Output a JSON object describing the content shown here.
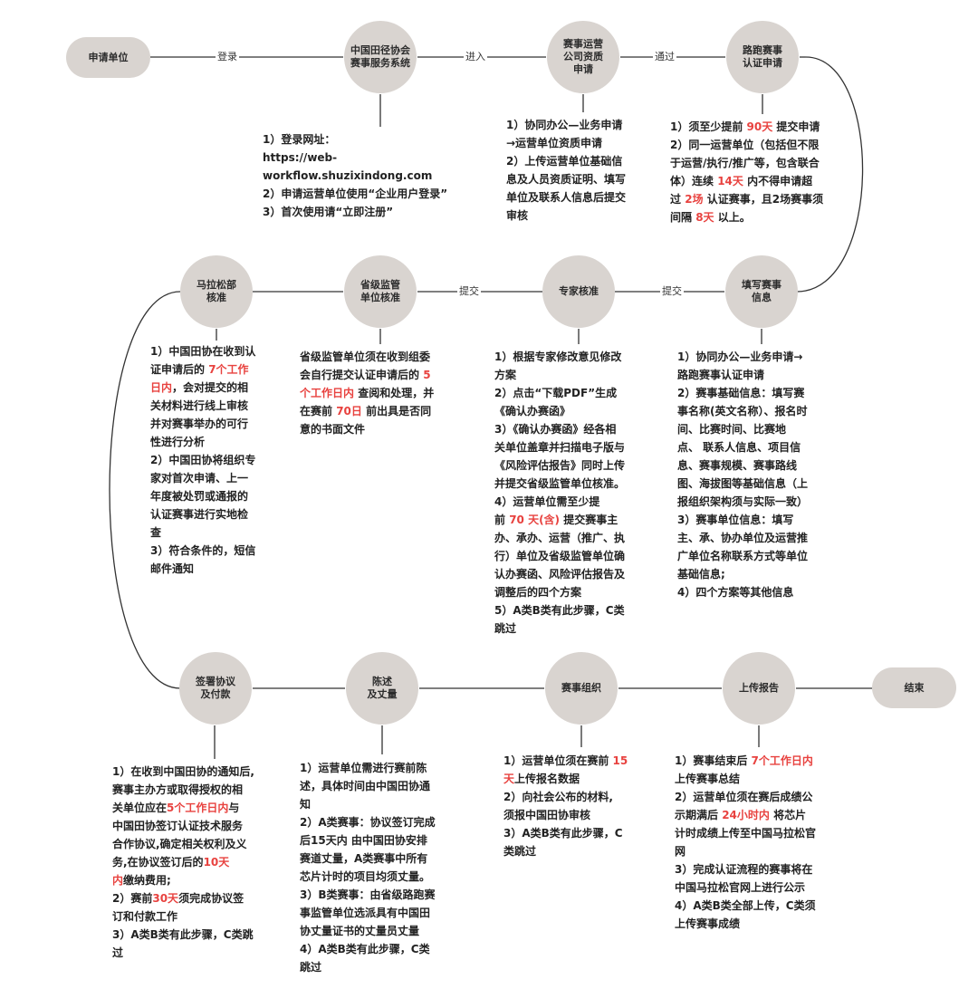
{
  "colors": {
    "node_fill": "#d9d4d0",
    "line": "#333333",
    "highlight": "#e8423f"
  },
  "nodes": {
    "apply_unit": "申请单位",
    "system": "中国田径协会\n赛事服务系统",
    "qualification": "赛事运营\n公司资质\n申请",
    "road_cert": "路跑赛事\n认证申请",
    "fill_info": "填写赛事\n信息",
    "expert": "专家核准",
    "provincial": "省级监管\n单位核准",
    "marathon_dept": "马拉松部\n核准",
    "sign": "签署协议\n及付款",
    "survey": "陈述\n及丈量",
    "organize": "赛事组织",
    "upload": "上传报告",
    "end": "结束"
  },
  "edge_labels": {
    "login": "登录",
    "enter": "进入",
    "pass": "通过",
    "submit_1": "提交",
    "submit_2": "提交"
  },
  "descriptions": {
    "system": [
      [
        {
          "t": "1）登录网址："
        }
      ],
      [
        {
          "t": "https://web-"
        }
      ],
      [
        {
          "t": "workflow.shuzixindong.com"
        }
      ],
      [
        {
          "t": "2）申请运营单位使用“企业用户登录”"
        }
      ],
      [
        {
          "t": "3）首次使用请“立即注册”"
        }
      ]
    ],
    "qualification": [
      [
        {
          "t": "1）协同办公—业务申请"
        }
      ],
      [
        {
          "t": "→运营单位资质申请"
        }
      ],
      [
        {
          "t": "2）上传运营单位基础信"
        }
      ],
      [
        {
          "t": "息及人员资质证明、填写"
        }
      ],
      [
        {
          "t": "单位及联系人信息后提交"
        }
      ],
      [
        {
          "t": "审核"
        }
      ]
    ],
    "road_cert": [
      [
        {
          "t": "1）须至少提前 "
        },
        {
          "t": "90天",
          "hl": true
        },
        {
          "t": " 提交申请"
        }
      ],
      [
        {
          "t": "2）同一运营单位（包括但不限"
        }
      ],
      [
        {
          "t": "于运营/执行/推广等，包含联合"
        }
      ],
      [
        {
          "t": "体）连续 "
        },
        {
          "t": "14天",
          "hl": true
        },
        {
          "t": " 内不得申请超"
        }
      ],
      [
        {
          "t": "过 "
        },
        {
          "t": "2场",
          "hl": true
        },
        {
          "t": " 认证赛事，且2场赛事须"
        }
      ],
      [
        {
          "t": "间隔 "
        },
        {
          "t": "8天",
          "hl": true
        },
        {
          "t": " 以上。"
        }
      ]
    ],
    "marathon_dept": [
      [
        {
          "t": "1）中国田协在收到认"
        }
      ],
      [
        {
          "t": "证申请后的 "
        },
        {
          "t": "7个工作",
          "hl": true
        }
      ],
      [
        {
          "t": "日内",
          "hl": true
        },
        {
          "t": "，会对提交的相"
        }
      ],
      [
        {
          "t": "关材料进行线上审核"
        }
      ],
      [
        {
          "t": "并对赛事举办的可行"
        }
      ],
      [
        {
          "t": "性进行分析"
        }
      ],
      [
        {
          "t": "2）中国田协将组织专"
        }
      ],
      [
        {
          "t": "家对首次申请、上一"
        }
      ],
      [
        {
          "t": "年度被处罚或通报的"
        }
      ],
      [
        {
          "t": "认证赛事进行实地检"
        }
      ],
      [
        {
          "t": "查"
        }
      ],
      [
        {
          "t": "3）符合条件的，短信"
        }
      ],
      [
        {
          "t": "邮件通知"
        }
      ]
    ],
    "provincial": [
      [
        {
          "t": "省级监管单位须在收到组委"
        }
      ],
      [
        {
          "t": "会自行提交认证申请后的 "
        },
        {
          "t": "5",
          "hl": true
        }
      ],
      [
        {
          "t": "个工作日内",
          "hl": true
        },
        {
          "t": " 查阅和处理，并"
        }
      ],
      [
        {
          "t": "在赛前 "
        },
        {
          "t": "70日",
          "hl": true
        },
        {
          "t": " 前出具是否同"
        }
      ],
      [
        {
          "t": "意的书面文件"
        }
      ]
    ],
    "expert": [
      [
        {
          "t": "1）根据专家修改意见修改"
        }
      ],
      [
        {
          "t": "方案"
        }
      ],
      [
        {
          "t": "2）点击“下载PDF”生成"
        }
      ],
      [
        {
          "t": "《确认办赛函》"
        }
      ],
      [
        {
          "t": "3）《确认办赛函》经各相"
        }
      ],
      [
        {
          "t": "关单位盖章并扫描电子版与"
        }
      ],
      [
        {
          "t": "《风险评估报告》同时上传"
        }
      ],
      [
        {
          "t": "并提交省级监管单位核准。"
        }
      ],
      [
        {
          "t": "4）运营单位需至少提"
        }
      ],
      [
        {
          "t": "前 "
        },
        {
          "t": "70 天(含)",
          "hl": true
        },
        {
          "t": " 提交赛事主"
        }
      ],
      [
        {
          "t": "办、承办、运营（推广、执"
        }
      ],
      [
        {
          "t": "行）单位及省级监管单位确"
        }
      ],
      [
        {
          "t": "认办赛函、风险评估报告及"
        }
      ],
      [
        {
          "t": "调整后的四个方案"
        }
      ],
      [
        {
          "t": "5）A类B类有此步骤，C类"
        }
      ],
      [
        {
          "t": "跳过"
        }
      ]
    ],
    "fill_info": [
      [
        {
          "t": "1）协同办公—业务申请→"
        }
      ],
      [
        {
          "t": "路跑赛事认证申请"
        }
      ],
      [
        {
          "t": "2）赛事基础信息：填写赛"
        }
      ],
      [
        {
          "t": "事名称(英文名称）、报名时"
        }
      ],
      [
        {
          "t": "间、比赛时间、比赛地"
        }
      ],
      [
        {
          "t": "点、 联系人信息、项目信"
        }
      ],
      [
        {
          "t": "息、赛事规模、赛事路线"
        }
      ],
      [
        {
          "t": "图、海拔图等基础信息（上"
        }
      ],
      [
        {
          "t": "报组织架构须与实际一致）"
        }
      ],
      [
        {
          "t": "3）赛事单位信息：填写"
        }
      ],
      [
        {
          "t": "主、承、协办单位及运营推"
        }
      ],
      [
        {
          "t": "广单位名称联系方式等单位"
        }
      ],
      [
        {
          "t": "基础信息;"
        }
      ],
      [
        {
          "t": "4）四个方案等其他信息"
        }
      ]
    ],
    "sign": [
      [
        {
          "t": "1）在收到中国田协的通知后,"
        }
      ],
      [
        {
          "t": "赛事主办方或取得授权的相"
        }
      ],
      [
        {
          "t": "关单位应在"
        },
        {
          "t": "5个工作日内",
          "hl": true
        },
        {
          "t": "与"
        }
      ],
      [
        {
          "t": "中国田协签订认证技术服务"
        }
      ],
      [
        {
          "t": "合作协议,确定相关权利及义"
        }
      ],
      [
        {
          "t": "务,在协议签订后的"
        },
        {
          "t": "10天",
          "hl": true
        }
      ],
      [
        {
          "t": "内",
          "hl": true
        },
        {
          "t": "缴纳费用;"
        }
      ],
      [
        {
          "t": "2）赛前"
        },
        {
          "t": "30天",
          "hl": true
        },
        {
          "t": "须完成协议签"
        }
      ],
      [
        {
          "t": "订和付款工作"
        }
      ],
      [
        {
          "t": "3）A类B类有此步骤，C类跳"
        }
      ],
      [
        {
          "t": "过"
        }
      ]
    ],
    "survey": [
      [
        {
          "t": "1）运营单位需进行赛前陈"
        }
      ],
      [
        {
          "t": "述，具体时间由中国田协通"
        }
      ],
      [
        {
          "t": "知"
        }
      ],
      [
        {
          "t": "2）A类赛事：协议签订完成"
        }
      ],
      [
        {
          "t": "后15天内  由中国田协安排"
        }
      ],
      [
        {
          "t": "赛道丈量，A类赛事中所有"
        }
      ],
      [
        {
          "t": "芯片计时的项目均须丈量。"
        }
      ],
      [
        {
          "t": "3）B类赛事：由省级路跑赛"
        }
      ],
      [
        {
          "t": "事监管单位选派具有中国田"
        }
      ],
      [
        {
          "t": "协丈量证书的丈量员丈量"
        }
      ],
      [
        {
          "t": "4）A类B类有此步骤，C类"
        }
      ],
      [
        {
          "t": "跳过"
        }
      ]
    ],
    "organize": [
      [
        {
          "t": "1）运营单位须在赛前 "
        },
        {
          "t": "15",
          "hl": true
        }
      ],
      [
        {
          "t": "天",
          "hl": true
        },
        {
          "t": "上传报名数据"
        }
      ],
      [
        {
          "t": "2）向社会公布的材料,"
        }
      ],
      [
        {
          "t": "须报中国田协审核"
        }
      ],
      [
        {
          "t": "3）A类B类有此步骤，C"
        }
      ],
      [
        {
          "t": "类跳过"
        }
      ]
    ],
    "upload": [
      [
        {
          "t": "1）赛事结束后 "
        },
        {
          "t": "7个工作日内",
          "hl": true
        }
      ],
      [
        {
          "t": "上传赛事总结"
        }
      ],
      [
        {
          "t": "2）运营单位须在赛后成绩公"
        }
      ],
      [
        {
          "t": "示期满后 "
        },
        {
          "t": "24小时内",
          "hl": true
        },
        {
          "t": " 将芯片"
        }
      ],
      [
        {
          "t": "计时成绩上传至中国马拉松官"
        }
      ],
      [
        {
          "t": "网"
        }
      ],
      [
        {
          "t": "3）完成认证流程的赛事将在"
        }
      ],
      [
        {
          "t": "中国马拉松官网上进行公示"
        }
      ],
      [
        {
          "t": "4）A类B类全部上传，C类须"
        }
      ],
      [
        {
          "t": "上传赛事成绩"
        }
      ]
    ]
  }
}
